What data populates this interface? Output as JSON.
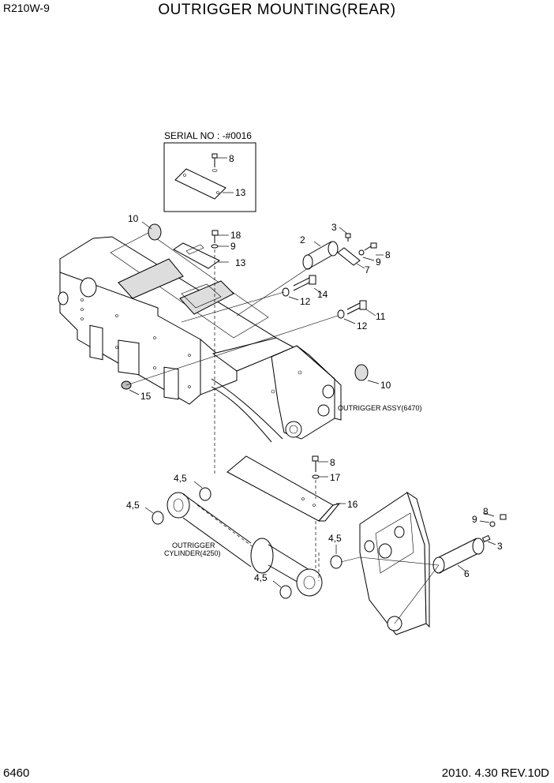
{
  "header": {
    "model": "R210W-9",
    "title": "OUTRIGGER MOUNTING(REAR)"
  },
  "footer": {
    "page": "6460",
    "date_rev": "2010. 4.30  REV.10D"
  },
  "serial_box": {
    "label": "SERIAL NO : -#0016"
  },
  "callouts": {
    "c2": "2",
    "c3a": "3",
    "c3b": "3",
    "c6": "6",
    "c7": "7",
    "c8a": "8",
    "c8b": "8",
    "c8c": "8",
    "c8d": "8",
    "c9a": "9",
    "c9b": "9",
    "c9c": "9",
    "c10a": "10",
    "c10b": "10",
    "c11": "11",
    "c12a": "12",
    "c12b": "12",
    "c13a": "13",
    "c13b": "13",
    "c14": "14",
    "c15": "15",
    "c16": "16",
    "c17": "17",
    "c18": "18",
    "c45a": "4,5",
    "c45b": "4,5",
    "c45c": "4,5",
    "c45d": "4,5"
  },
  "assembly_labels": {
    "outrigger_assy": "OUTRIGGER ASSY(6470)",
    "cylinder_line1": "OUTRIGGER",
    "cylinder_line2": "CYLINDER(4250)"
  }
}
